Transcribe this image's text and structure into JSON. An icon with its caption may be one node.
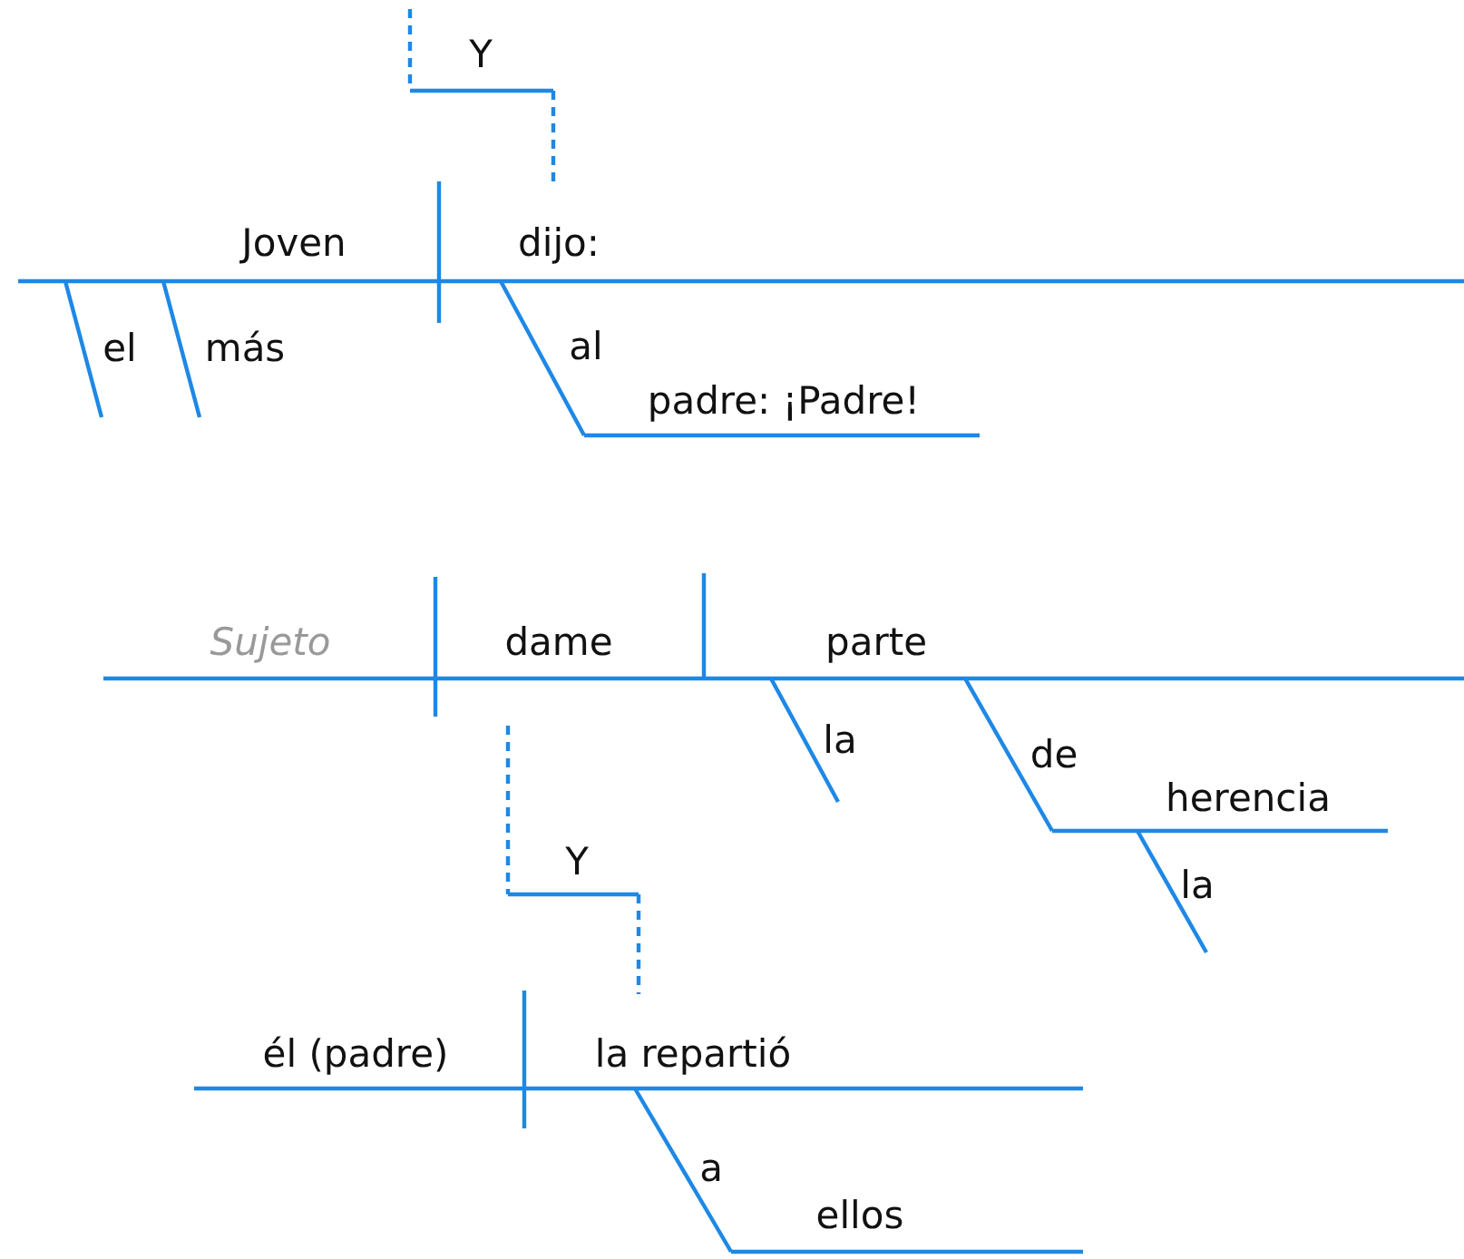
{
  "diagram": {
    "labels": [
      "Y",
      "Joven",
      "dijo:",
      "el",
      "más",
      "al",
      "padre: ¡Padre!",
      "Sujeto",
      "dame",
      "parte",
      "la",
      "de",
      "herencia",
      "la",
      "Y",
      "él (padre)",
      "la repartió",
      "a",
      "ellos"
    ]
  }
}
